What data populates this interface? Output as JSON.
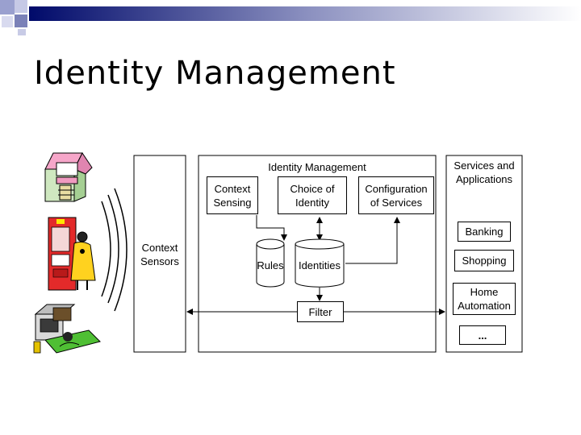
{
  "slide": {
    "title": "Identity Management"
  },
  "diagram": {
    "context_sensors": "Context Sensors",
    "identity_management": "Identity Management",
    "context_sensing": "Context Sensing",
    "choice_of_identity": "Choice of Identity",
    "configuration_of_services": "Configuration of Services",
    "rules": "Rules",
    "identities": "Identities",
    "filter": "Filter",
    "services_and_applications": "Services and Applications",
    "banking": "Banking",
    "shopping": "Shopping",
    "home_automation": "Home Automation",
    "more": "..."
  },
  "icons": {
    "shop": "shop-icon",
    "vending_machine": "vending-machine-person-icon",
    "home_tv": "home-tv-icon"
  }
}
